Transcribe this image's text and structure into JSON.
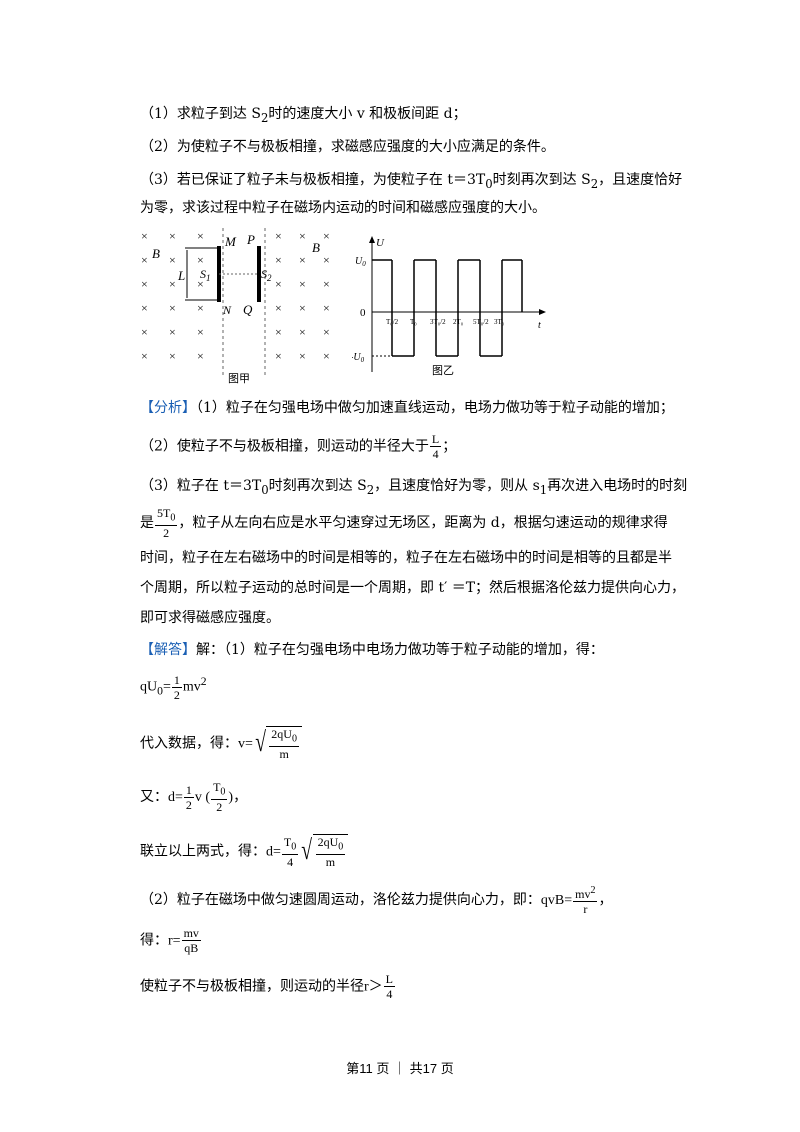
{
  "questions": {
    "q1": "（1）求粒子到达 S",
    "q1_sub": "2",
    "q1_rest": "时的速度大小 v 和极板间距 d；",
    "q2": "（2）为使粒子不与极板相撞，求磁感应强度的大小应满足的条件。",
    "q3a": "（3）若已保证了粒子未与极板相撞，为使粒子在 t＝3T",
    "q3a_sub": "0",
    "q3a_rest": "时刻再次到达 S",
    "q3a_sub2": "2",
    "q3a_end": "，且速度恰好",
    "q3b": "为零，求该过程中粒子在磁场内运动的时间和磁感应强度的大小。"
  },
  "figure_a": {
    "label_B1": "B",
    "label_B2": "B",
    "label_L": "L",
    "label_S1": "S",
    "label_S2": "S",
    "label_M": "M",
    "label_P": "P",
    "label_N": "N",
    "label_Q": "Q",
    "sub_1": "1",
    "sub_2": "2",
    "caption": "图甲",
    "cross": "×"
  },
  "figure_b": {
    "axis_u": "U",
    "axis_t": "t",
    "origin": "0",
    "u0": "U",
    "neg_u0": "-U",
    "sub0": "0",
    "caption": "图乙",
    "ticks": [
      "T₀/2",
      "T₀",
      "3T₀/2",
      "2T₀",
      "5T₀/2",
      "3T₀"
    ]
  },
  "analysis": {
    "tag": "【分析】",
    "a1": "（1）粒子在匀强电场中做匀加速直线运动，电场力做功等于粒子动能的增加；",
    "a2": "（2）使粒子不与极板相撞，则运动的半径大于",
    "a2_num": "L",
    "a2_den": "4",
    "a2_end": "；",
    "a3a": "（3）粒子在 t＝3T",
    "a3a_sub": "0",
    "a3a_mid": "时刻再次到达 S",
    "a3a_sub2": "2",
    "a3a_end": "，且速度恰好为零，则从 s",
    "a3a_sub3": "1",
    "a3a_end2": "再次进入电场时的时刻",
    "a3b_pre": "是",
    "a3b_num": "5T",
    "a3b_num_sub": "0",
    "a3b_den": "2",
    "a3b_rest": "，粒子从左向右应是水平匀速穿过无场区，距离为 d，根据匀速运动的规律求得",
    "a3c": "时间，粒子在左右磁场中的时间是相等的，粒子在左右磁场中的时间是相等的且都是半",
    "a3d": "个周期，所以粒子运动的总时间是一个周期，即 t′ ＝T；然后根据洛伦兹力提供向心力，",
    "a3e": "即可求得磁感应强度。"
  },
  "answer": {
    "tag": "【解答】",
    "intro": "解：（1）粒子在匀强电场中电场力做功等于粒子动能的增加，得：",
    "eq1_lhs": "qU",
    "eq1_sub": "0",
    "eq1_eq": "=",
    "eq1_num": "1",
    "eq1_den": "2",
    "eq1_rhs": "mv",
    "eq1_sup": "2",
    "sub_label": "代入数据，得：",
    "v_lhs": "v=",
    "v_num": "2qU",
    "v_num_sub": "0",
    "v_den": "m",
    "also_label": "又：",
    "d_lhs": "d=",
    "d_num": "1",
    "d_den": "2",
    "d_v": "v (",
    "d_in_num": "T",
    "d_in_num_sub": "0",
    "d_in_den": "2",
    "d_close": ")，",
    "combine_label": "联立以上两式，得：",
    "d2_lhs": "d=",
    "d2_num": "T",
    "d2_num_sub": "0",
    "d2_den": "4",
    "d2_rnum": "2qU",
    "d2_rnum_sub": "0",
    "d2_rden": "m",
    "part2": "（2）粒子在磁场中做匀速圆周运动，洛伦兹力提供向心力，即：",
    "p2_lhs": "qvB=",
    "p2_num": "mv",
    "p2_sup": "2",
    "p2_den": "r",
    "p2_end": "，",
    "r_label": "得：",
    "r_lhs": "r=",
    "r_num": "mv",
    "r_den": "qB",
    "cond_label": "使粒子不与极板相撞，则运动的半径",
    "cond_r": "r",
    "cond_gt": "＞",
    "cond_num": "L",
    "cond_den": "4"
  },
  "footer": {
    "text": "第11 页 ｜ 共17 页"
  }
}
